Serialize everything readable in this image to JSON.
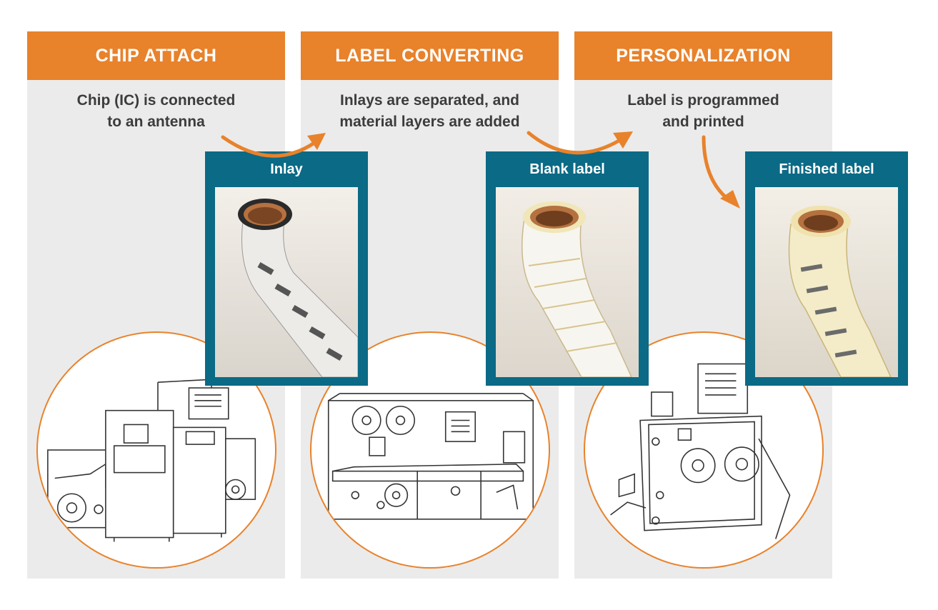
{
  "colors": {
    "orange": "#e8822b",
    "teal": "#0b6a85",
    "panel": "#ebebeb",
    "text": "#3c3c3c"
  },
  "stages": [
    {
      "title": "CHIP ATTACH",
      "desc_line1": "Chip (IC) is connected",
      "desc_line2": "to an antenna",
      "machine_icon": "chip-attach-machine"
    },
    {
      "title": "LABEL CONVERTING",
      "desc_line1": "Inlays are separated, and",
      "desc_line2": "material layers are added",
      "machine_icon": "label-converting-machine"
    },
    {
      "title": "PERSONALIZATION",
      "desc_line1": "Label is programmed",
      "desc_line2": "and printed",
      "machine_icon": "personalization-machine"
    }
  ],
  "products": [
    {
      "label": "Inlay",
      "image": "inlay-roll-photo"
    },
    {
      "label": "Blank label",
      "image": "blank-label-roll-photo"
    },
    {
      "label": "Finished label",
      "image": "finished-label-roll-photo"
    }
  ]
}
